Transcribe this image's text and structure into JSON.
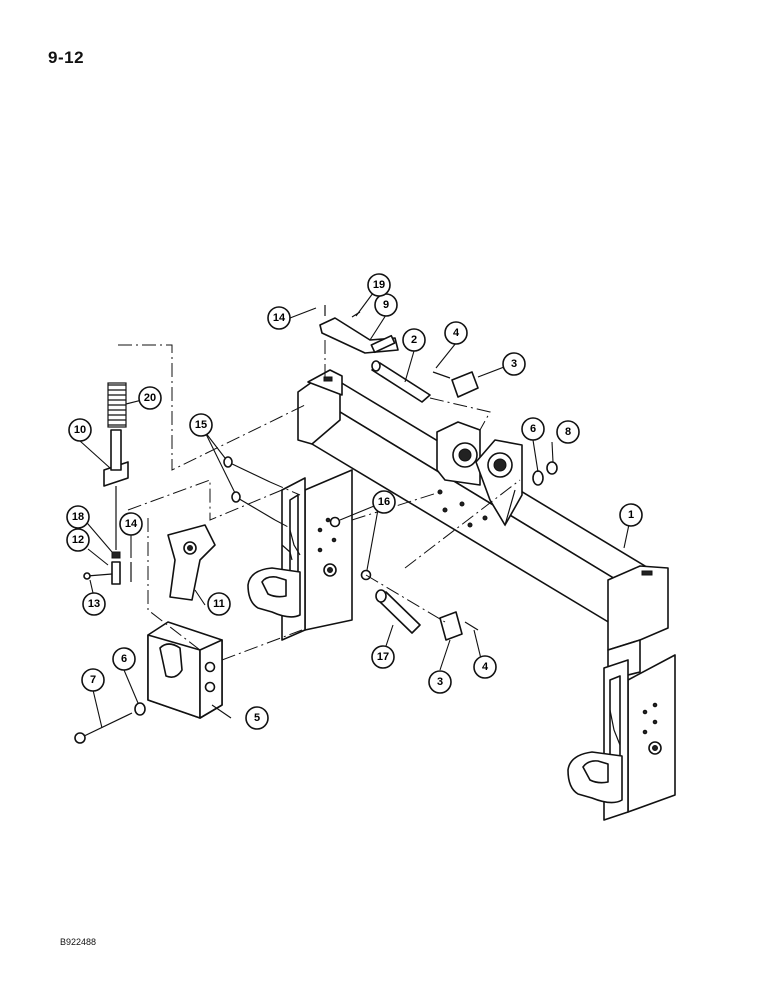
{
  "page": {
    "number": "9-12",
    "figure_code": "B922488"
  },
  "callouts": [
    {
      "id": "c1",
      "label": "1"
    },
    {
      "id": "c2",
      "label": "2"
    },
    {
      "id": "c3a",
      "label": "3"
    },
    {
      "id": "c3b",
      "label": "3"
    },
    {
      "id": "c4a",
      "label": "4"
    },
    {
      "id": "c4b",
      "label": "4"
    },
    {
      "id": "c5",
      "label": "5"
    },
    {
      "id": "c6a",
      "label": "6"
    },
    {
      "id": "c6b",
      "label": "6"
    },
    {
      "id": "c7",
      "label": "7"
    },
    {
      "id": "c8",
      "label": "8"
    },
    {
      "id": "c9",
      "label": "9"
    },
    {
      "id": "c10",
      "label": "10"
    },
    {
      "id": "c11",
      "label": "11"
    },
    {
      "id": "c12",
      "label": "12"
    },
    {
      "id": "c13",
      "label": "13"
    },
    {
      "id": "c14a",
      "label": "14"
    },
    {
      "id": "c14b",
      "label": "14"
    },
    {
      "id": "c15",
      "label": "15"
    },
    {
      "id": "c16",
      "label": "16"
    },
    {
      "id": "c17",
      "label": "17"
    },
    {
      "id": "c18",
      "label": "18"
    },
    {
      "id": "c19",
      "label": "19"
    },
    {
      "id": "c20",
      "label": "20"
    }
  ]
}
